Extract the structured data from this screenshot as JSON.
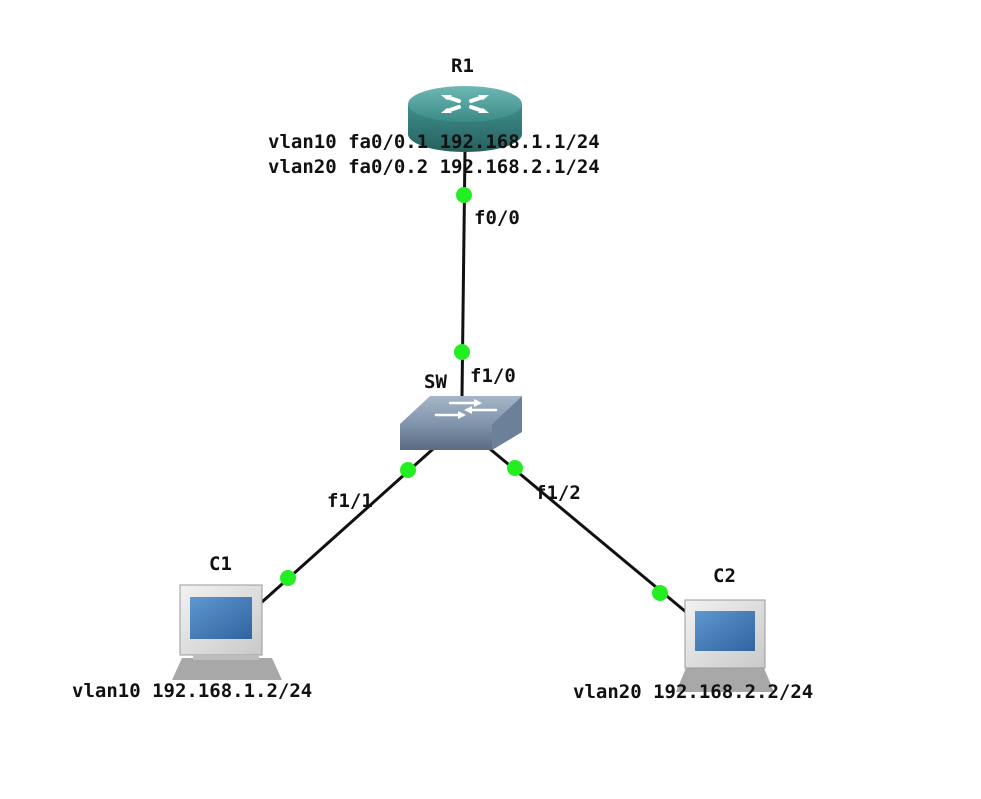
{
  "nodes": {
    "router": {
      "name": "R1",
      "subinterface_1": "vlan10 fa0/0.1 192.168.1.1/24",
      "subinterface_2": "vlan20 fa0/0.2 192.168.2.1/24"
    },
    "switch": {
      "name": "SW"
    },
    "pc1": {
      "name": "C1",
      "address": "vlan10 192.168.1.2/24"
    },
    "pc2": {
      "name": "C2",
      "address": "vlan20 192.168.2.2/24"
    }
  },
  "links": [
    {
      "from": "R1",
      "to": "SW",
      "from_port": "f0/0",
      "to_port": "f1/0",
      "status": "up"
    },
    {
      "from": "SW",
      "to": "C1",
      "from_port": "f1/1",
      "to_port": "",
      "status": "up"
    },
    {
      "from": "SW",
      "to": "C2",
      "from_port": "f1/2",
      "to_port": "",
      "status": "up"
    }
  ],
  "colors": {
    "link": "#111111",
    "port_up": "#22ee22",
    "router": "#3f8f8c",
    "switch": "#7f93ab",
    "monitor_screen": "#3d78b4"
  },
  "icons": {
    "router": "router-icon",
    "switch": "switch-icon",
    "pc": "pc-icon"
  }
}
